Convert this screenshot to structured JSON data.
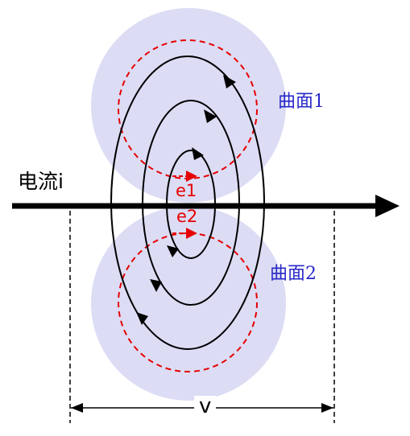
{
  "labels": {
    "current": "电流i",
    "surface1": "曲面1",
    "surface2": "曲面2",
    "e1": "e1",
    "e2": "e2",
    "dimension": "v"
  },
  "colors": {
    "surface_fill": "#dcdcf5",
    "surface_label": "#2828c8",
    "field_line": "#000000",
    "e_vector": "#e60000",
    "current_line": "#000000"
  }
}
